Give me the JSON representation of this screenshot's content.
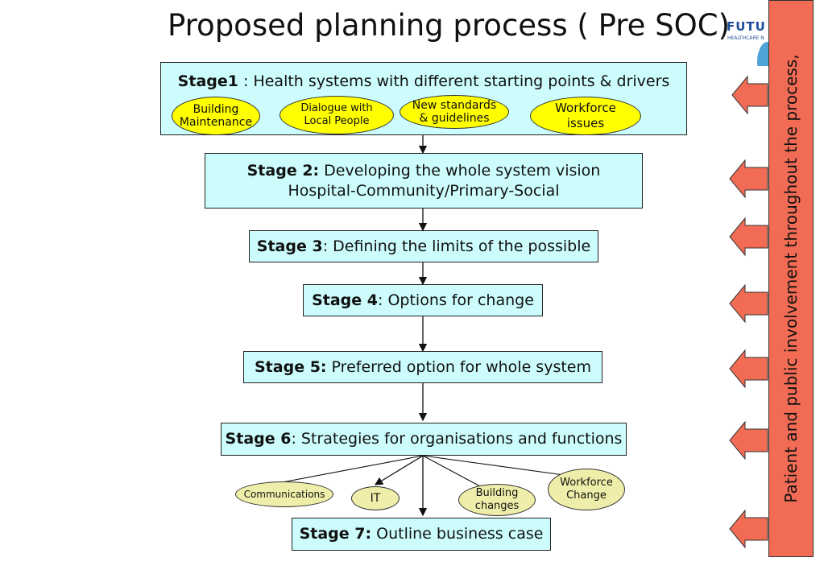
{
  "title": "Proposed planning process ( Pre SOC)",
  "logo": {
    "word": "FUTU",
    "sub": "HEALTHCARE N"
  },
  "stages": {
    "s1": {
      "bold": "Stage1",
      "text": " : Health systems with different starting points & drivers"
    },
    "s2": {
      "bold": "Stage 2:",
      "text": " Developing the whole system vision",
      "line2": "Hospital-Community/Primary-Social"
    },
    "s3": {
      "bold": "Stage 3",
      "text": ": Defining the limits of the possible"
    },
    "s4": {
      "bold": "Stage 4",
      "text": ": Options for change"
    },
    "s5": {
      "bold": "Stage 5:",
      "text": " Preferred option for whole system"
    },
    "s6": {
      "bold": "Stage 6",
      "text": ": Strategies for organisations and functions"
    },
    "s7": {
      "bold": "Stage 7:",
      "text": " Outline business case"
    }
  },
  "drivers": {
    "building": {
      "l1": "Building",
      "l2": "Maintenance"
    },
    "dialogue": {
      "l1": "Dialogue with",
      "l2": "Local People"
    },
    "standards": {
      "l1": "New standards",
      "l2": "& guidelines"
    },
    "workforce": {
      "l1": "Workforce",
      "l2": "issues"
    }
  },
  "functions": {
    "communications": "Communications",
    "it": "IT",
    "building": {
      "l1": "Building",
      "l2": "changes"
    },
    "workforce": {
      "l1": "Workforce",
      "l2": "Change"
    }
  },
  "sidebar_text": "Patient and public involvement throughout the process,",
  "colors": {
    "stage_fill": "#ccfcfc",
    "driver_fill": "#ffff00",
    "function_fill": "#eeeeaa",
    "sidebar_fill": "#f26c55",
    "arrow_fill": "#f26c55"
  }
}
